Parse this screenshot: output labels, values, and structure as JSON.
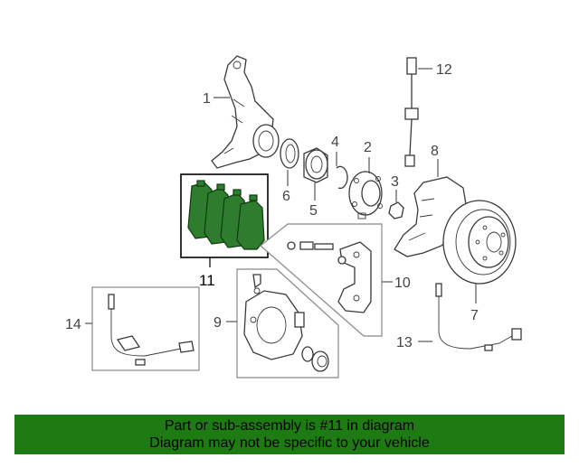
{
  "diagram": {
    "callouts": {
      "c1": "1",
      "c2": "2",
      "c3": "3",
      "c4": "4",
      "c5": "5",
      "c6": "6",
      "c7": "7",
      "c8": "8",
      "c9": "9",
      "c10": "10",
      "c11": "11",
      "c12": "12",
      "c13": "13",
      "c14": "14"
    },
    "highlight_color": "#2e7d2e"
  },
  "banner": {
    "line1": "Part or sub-assembly is #11 in diagram",
    "line2": "Diagram may not be specific to your vehicle",
    "color": "#1e7a12"
  }
}
